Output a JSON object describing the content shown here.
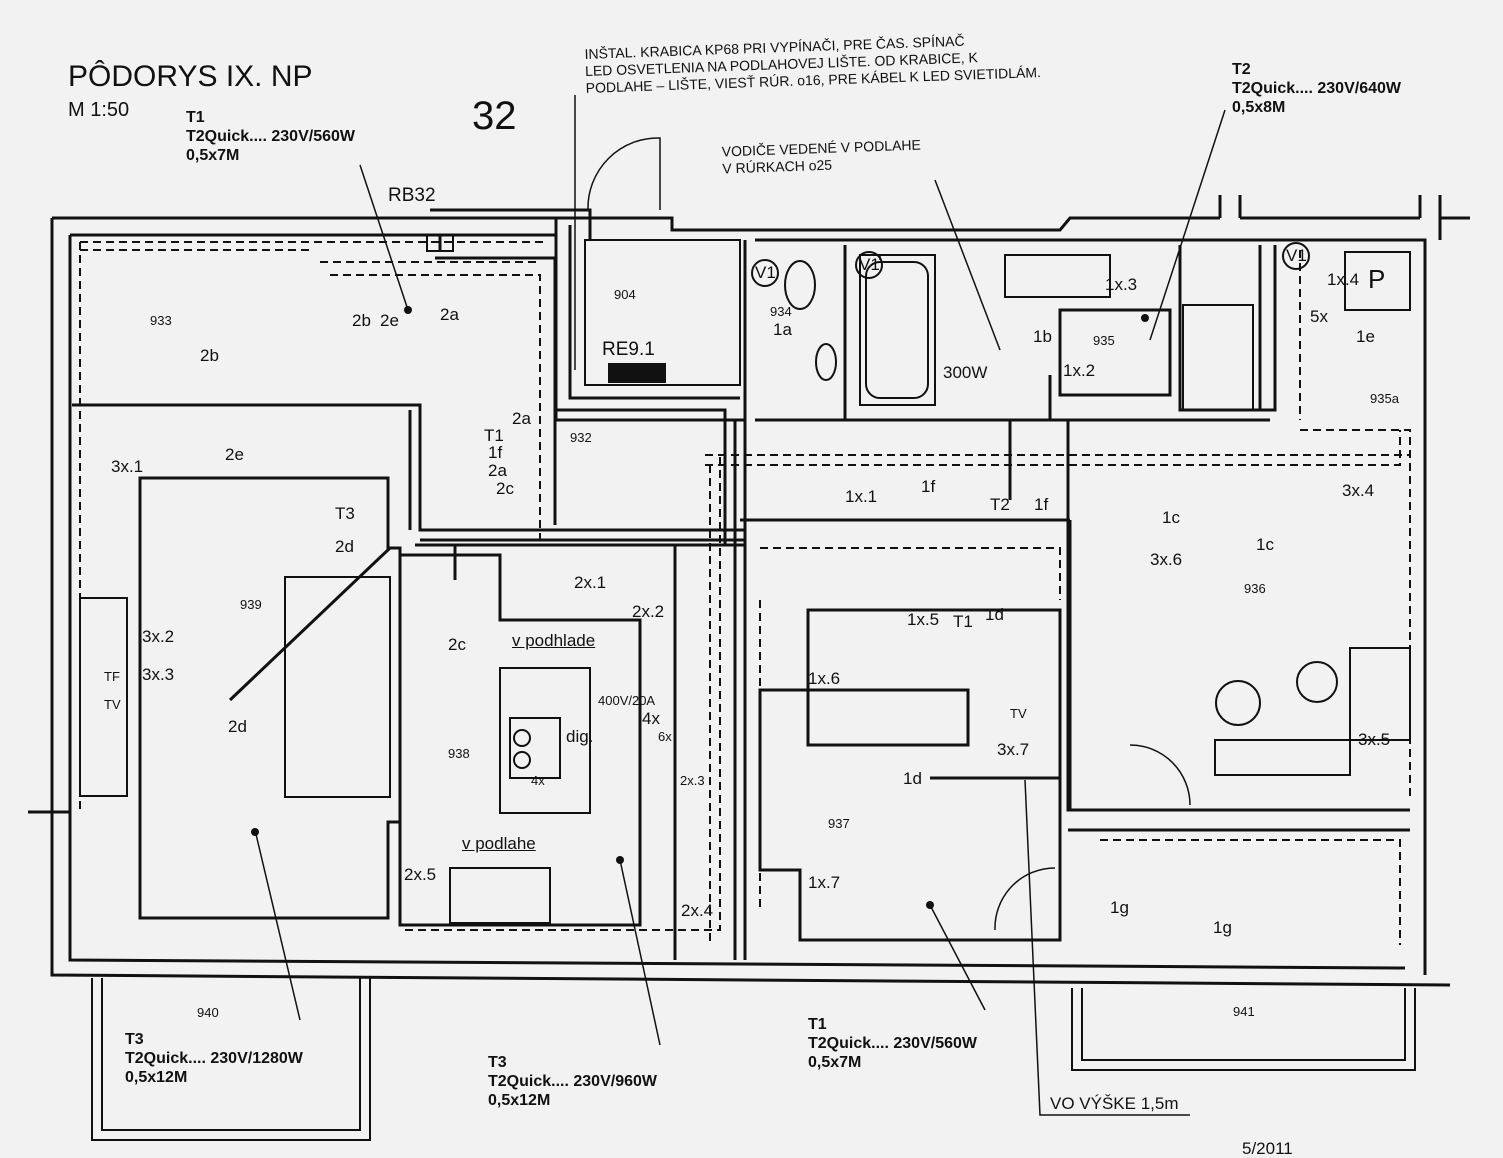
{
  "header": {
    "title": "PÔDORYS  IX. NP",
    "scale": "M 1:50",
    "apartment_no": "32"
  },
  "notes": {
    "install_box": [
      "INŠTAL. KRABICA KP68 PRI VYPÍNAČI, PRE ČAS. SPÍNAČ",
      "LED OSVETLENIA NA PODLAHOVEJ LIŠTE. OD KRABICE, K",
      "PODLAHE – LIŠTE, VIESŤ RÚR. o16, PRE KÁBEL K LED SVIETIDLÁM."
    ],
    "floor_wires": [
      "VODIČE VEDENÉ V PODLAHE",
      "V RÚRKACH o25"
    ],
    "height": "VO VÝŠKE 1,5m",
    "date": "5/2011"
  },
  "heating": [
    {
      "code": "T1",
      "type": "T2Quick....",
      "power": "230V/560W",
      "size": "0,5x7M",
      "where": "top-left"
    },
    {
      "code": "T2",
      "type": "T2Quick....",
      "power": "230V/640W",
      "size": "0,5x8M",
      "where": "top-right"
    },
    {
      "code": "T3",
      "type": "T2Quick....",
      "power": "230V/1280W",
      "size": "0,5x12M",
      "where": "bottom-left"
    },
    {
      "code": "T3",
      "type": "T2Quick....",
      "power": "230V/960W",
      "size": "0,5x12M",
      "where": "bottom-middle"
    },
    {
      "code": "T1",
      "type": "T2Quick....",
      "power": "230V/560W",
      "size": "0,5x7M",
      "where": "bottom-right"
    }
  ],
  "rooms": [
    "933",
    "904",
    "934",
    "935",
    "935a",
    "932",
    "939",
    "938",
    "937",
    "936",
    "940",
    "941"
  ],
  "panels": {
    "rb": "RB32",
    "re": "RE9.1",
    "boiler": "300W",
    "pump": "P"
  },
  "symbols": [
    "V1",
    "V1",
    "V1",
    "2a",
    "2b",
    "2e",
    "2b",
    "2e",
    "1a",
    "1b",
    "1x.3",
    "1x.4",
    "5x",
    "1e",
    "1x.2",
    "T1",
    "1f",
    "2a",
    "2a",
    "2c",
    "T3",
    "2d",
    "3x.1",
    "3x.2",
    "3x.3",
    "TF",
    "TV",
    "2d",
    "2c",
    "2x.1",
    "2x.2",
    "v  podhlade",
    "400V/20A",
    "4x",
    "6x",
    "dig.",
    "4x",
    "2x.3",
    "v  podlahe",
    "2x.5",
    "2x.4",
    "1x.1",
    "1f",
    "T2",
    "1f",
    "1c",
    "1c",
    "3x.6",
    "3x.4",
    "1x.5",
    "T1",
    "1d",
    "1x.6",
    "TV",
    "3x.7",
    "1d",
    "1x.7",
    "3x.5",
    "1g",
    "1g"
  ]
}
